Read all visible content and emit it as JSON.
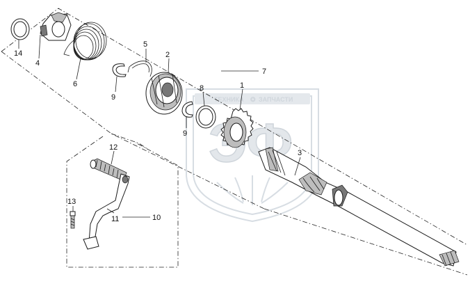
{
  "callouts": [
    {
      "id": "14",
      "label": "14"
    },
    {
      "id": "4",
      "label": "4"
    },
    {
      "id": "6",
      "label": "6"
    },
    {
      "id": "5",
      "label": "5"
    },
    {
      "id": "9a",
      "label": "9"
    },
    {
      "id": "2",
      "label": "2"
    },
    {
      "id": "7",
      "label": "7"
    },
    {
      "id": "8",
      "label": "8"
    },
    {
      "id": "9b",
      "label": "9"
    },
    {
      "id": "1",
      "label": "1"
    },
    {
      "id": "3",
      "label": "3"
    },
    {
      "id": "12",
      "label": "12"
    },
    {
      "id": "13",
      "label": "13"
    },
    {
      "id": "11",
      "label": "11"
    },
    {
      "id": "10",
      "label": "10"
    }
  ],
  "watermark": {
    "line1": "ТЕХНИКА",
    "line2": "ЗАПЧАСТИ",
    "letters": "ЭФ"
  },
  "colors": {
    "ink": "#1a1a1a",
    "watermark": "#d7dde3",
    "background": "#ffffff"
  }
}
